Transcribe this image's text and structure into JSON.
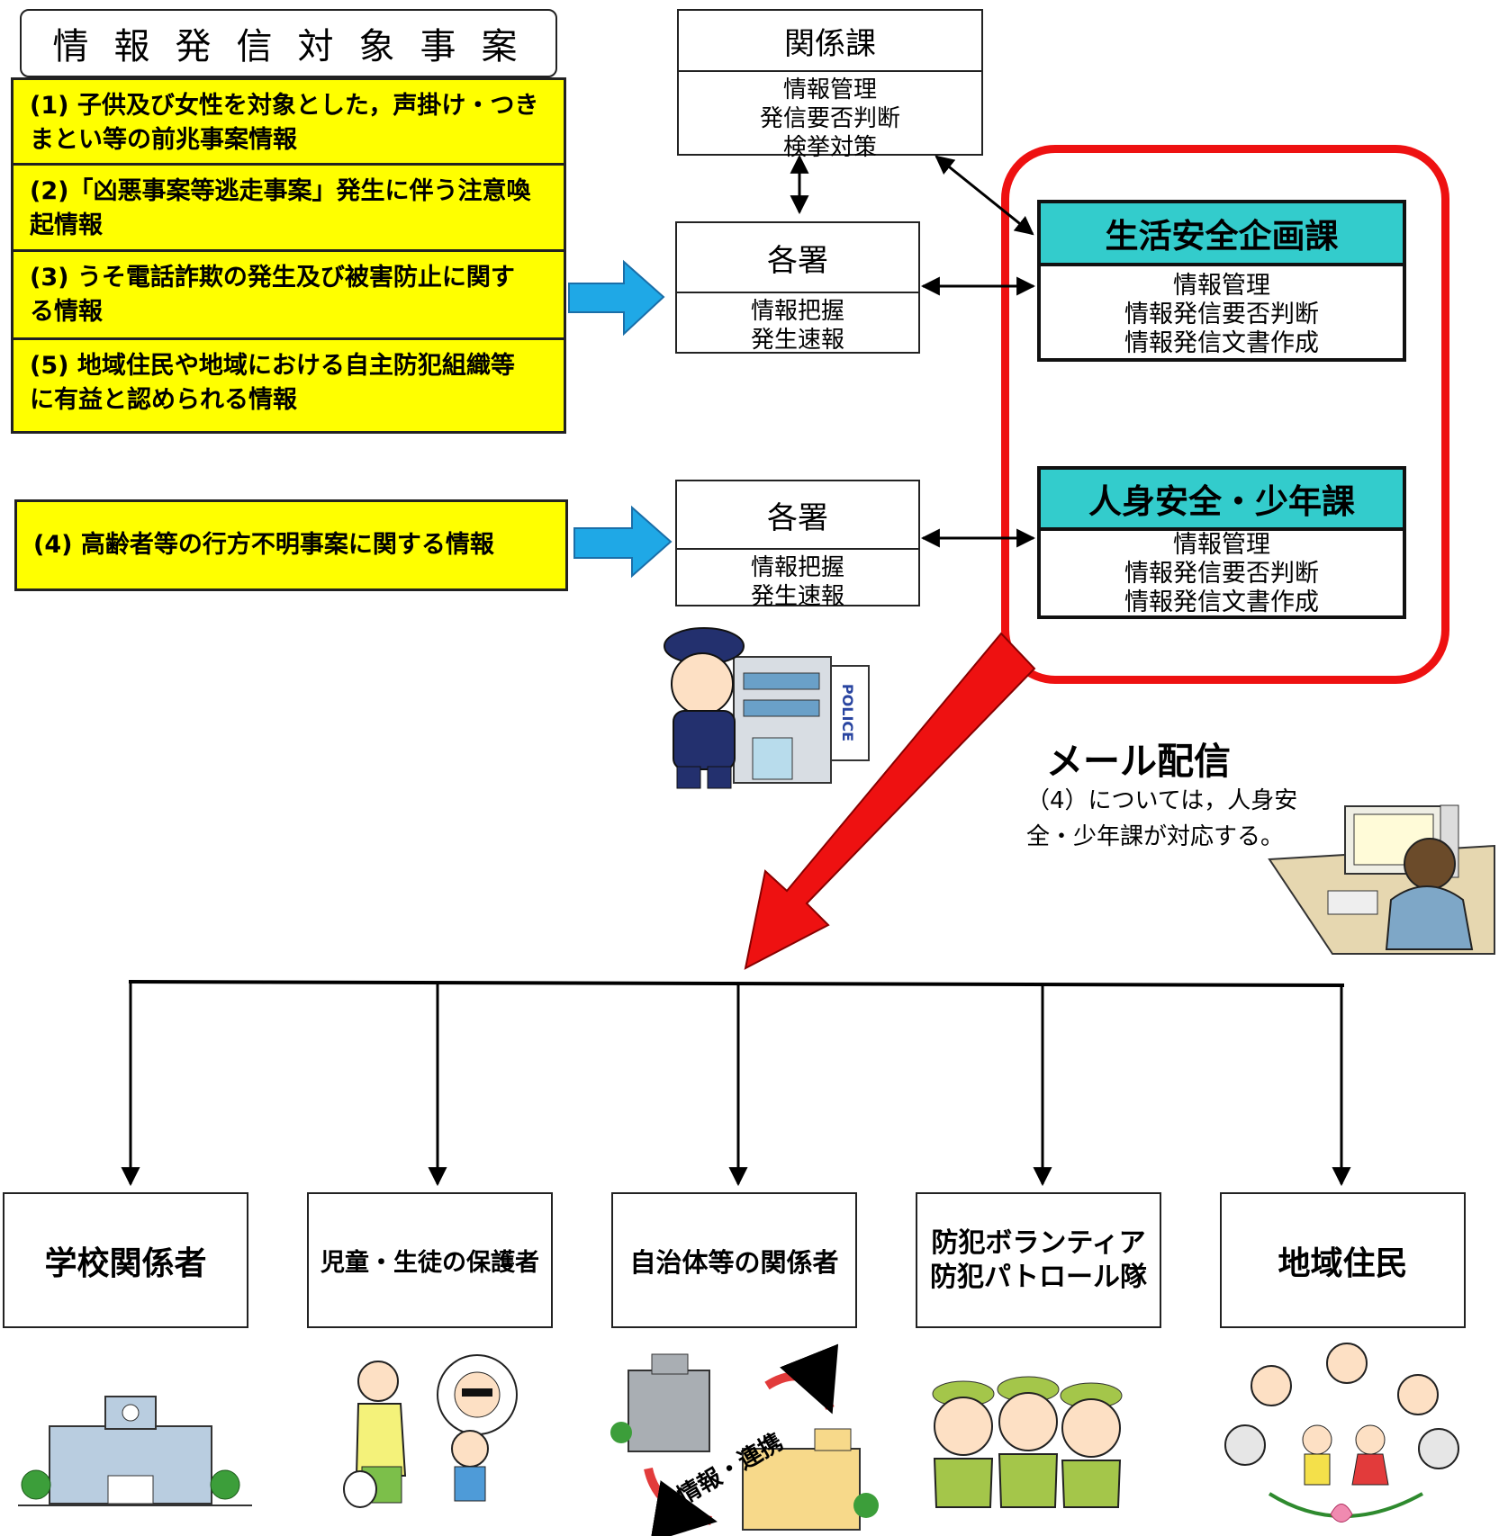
{
  "header": {
    "title": "情報発信対象事案"
  },
  "target_items": [
    {
      "line1": "(1)  子供及び女性を対象とした，声掛け・つき",
      "line2": "まとい等の前兆事案情報"
    },
    {
      "line1": "(2)「凶悪事案等逃走事案」発生に伴う注意喚",
      "line2": "起情報"
    },
    {
      "line1": " (3)  うそ電話詐欺の発生及び被害防止に関す",
      "line2": "る情報"
    },
    {
      "line1": "(5)  地域住民や地域における自主防犯組織等",
      "line2": "に有益と認められる情報"
    }
  ],
  "target_item_4": "(4)   高齢者等の行方不明事案に関する情報",
  "related_division": {
    "title": "関係課",
    "lines": [
      "情報管理",
      "発信要否判断",
      "検挙対策"
    ]
  },
  "station_1": {
    "title": "各署",
    "lines": [
      "情報把握",
      "発生速報"
    ]
  },
  "station_2": {
    "title": "各署",
    "lines": [
      "情報把握",
      "発生速報"
    ]
  },
  "division_a": {
    "title": "生活安全企画課",
    "lines": [
      "情報管理",
      "情報発信要否判断",
      "情報発信文書作成"
    ]
  },
  "division_b": {
    "title": "人身安全・少年課",
    "lines": [
      "情報管理",
      "情報発信要否判断",
      "情報発信文書作成"
    ]
  },
  "mail": {
    "title": "メール配信",
    "note_line1": "（4）については，人身安",
    "note_line2": "全・少年課が対応する。"
  },
  "recipients": [
    {
      "lines": [
        "学校関係者"
      ]
    },
    {
      "lines": [
        "児童・生徒の保護者"
      ]
    },
    {
      "lines": [
        "自治体等の関係者"
      ]
    },
    {
      "lines": [
        "防犯ボランティア",
        "防犯パトロール隊"
      ]
    },
    {
      "lines": [
        "地域住民"
      ]
    }
  ],
  "illustrations": {
    "police_sign": "POLICE",
    "cooperation_label": "情報・連携"
  },
  "colors": {
    "yellow": "#ffff00",
    "teal": "#33cccc",
    "red_frame": "#ee1111",
    "blue_arrow": "#1fa8e6"
  }
}
